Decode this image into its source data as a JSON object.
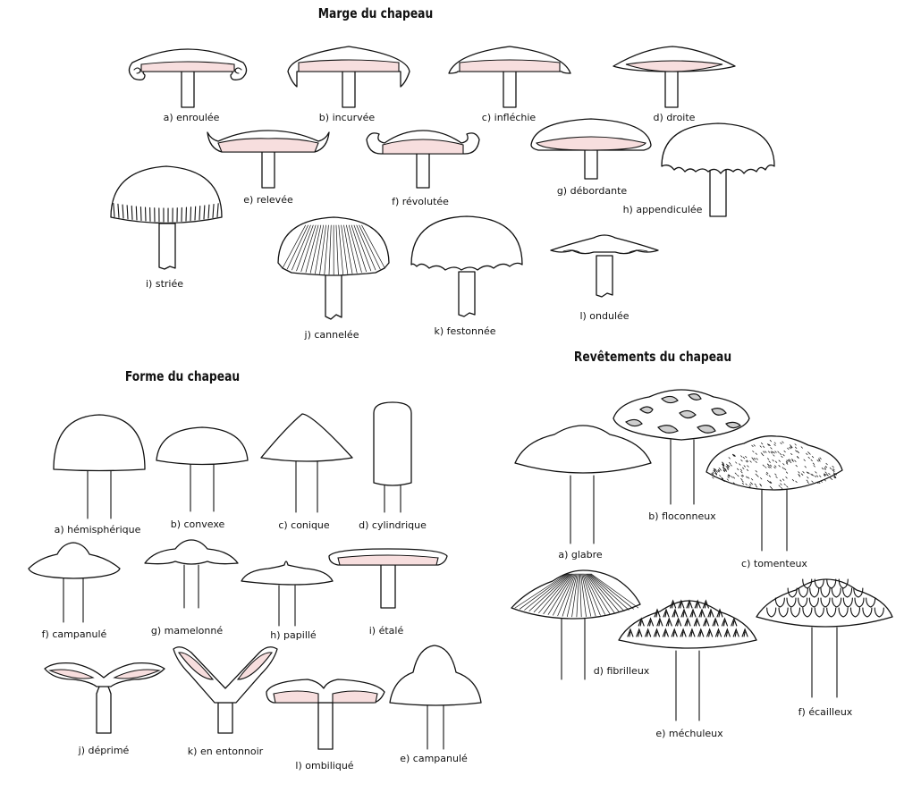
{
  "sections": {
    "marge": "Marge du chapeau",
    "forme": "Forme du chapeau",
    "revetements": "Revêtements du chapeau"
  },
  "marge_items": [
    "a) enroulée",
    "b) incurvée",
    "c) infléchie",
    "d) droite",
    "e) relevée",
    "f) révolutée",
    "g) débordante",
    "h) appendiculée",
    "i) striée",
    "j) cannelée",
    "k) festonnée",
    "l) ondulée"
  ],
  "forme_items": [
    "a) hémisphérique",
    "b) convexe",
    "c) conique",
    "d) cylindrique",
    "f) campanulé",
    "g) mamelonné",
    "h) papillé",
    "i) étalé",
    "j) déprimé",
    "k) en entonnoir",
    "l) ombiliqué",
    "e) campanulé"
  ],
  "revetement_items": [
    "a) glabre",
    "b) floconneux",
    "c) tomenteux",
    "d) fibrilleux",
    "e) méchuleux",
    "f) écailleux"
  ],
  "colors": {
    "gills": "#f7dede",
    "stroke": "#111111",
    "background": "#ffffff"
  }
}
